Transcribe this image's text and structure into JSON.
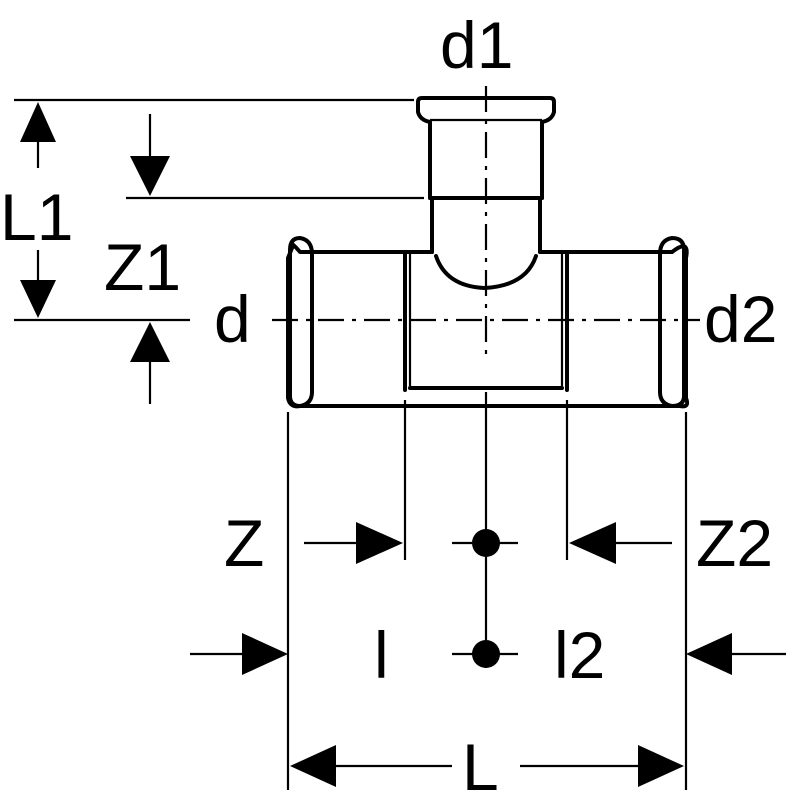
{
  "labels": {
    "d1": "d1",
    "d": "d",
    "d2": "d2",
    "L1": "L1",
    "Z1": "Z1",
    "Z": "Z",
    "Z2": "Z2",
    "l": "l",
    "l2": "l2",
    "L": "L"
  },
  "colors": {
    "ink": "#000000",
    "background": "#ffffff"
  }
}
